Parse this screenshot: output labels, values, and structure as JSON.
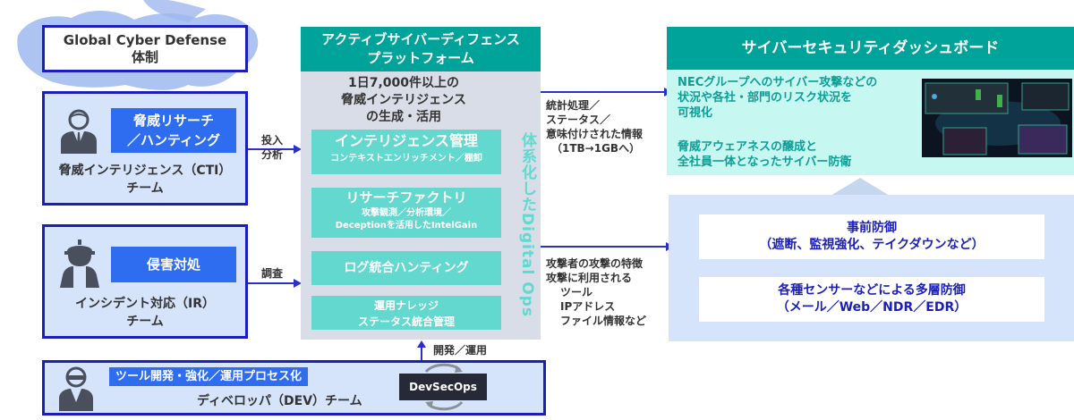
{
  "header": {
    "title_line1": "Global Cyber Defense",
    "title_line2": "体制"
  },
  "teams": {
    "cti": {
      "role_line1": "脅威リサーチ",
      "role_line2": "／ハンティング",
      "name_line1": "脅威インテリジェンス（CTI）",
      "name_line2": "チーム",
      "arrow_line1": "投入",
      "arrow_line2": "分析"
    },
    "ir": {
      "role": "侵害対処",
      "name_line1": "インシデント対応（IR）",
      "name_line2": "チーム",
      "arrow": "調査"
    },
    "dev": {
      "role": "ツール開発・強化／運用プロセス化",
      "name": "ディベロッパ（DEV）チーム",
      "devsecops": "DevSecOps",
      "arrow": "開発／運用"
    }
  },
  "platform": {
    "title_line1": "アクティブサイバーディフェンス",
    "title_line2": "プラットフォーム",
    "lead_line1": "1日7,000件以上の",
    "lead_line2": "脅威インテリジェンス",
    "lead_line3": "の生成・活用",
    "vertical_label": "体系化したDigital Ops",
    "cards": [
      {
        "title": "インテリジェンス管理",
        "sub1": "コンテキストエンリッチメント／棚卸",
        "sub2": ""
      },
      {
        "title": "リサーチファクトリ",
        "sub1": "攻撃観測／分析環境／",
        "sub2": "Deceptionを活用したIntelGain"
      },
      {
        "title": "ログ統合ハンティング",
        "sub1": "",
        "sub2": ""
      },
      {
        "title": "運用ナレッジ",
        "sub1": "ステータス統合管理",
        "sub2": ""
      }
    ]
  },
  "flows": {
    "upper": [
      "統計処理／",
      "ステータス／",
      "意味付けされた情報",
      "（1TB→1GBへ）"
    ],
    "lower": [
      "攻撃者の攻撃の特徴",
      "攻撃に利用される",
      "ツール",
      "IPアドレス",
      "ファイル情報など"
    ]
  },
  "dashboard": {
    "title": "サイバーセキュリティダッシュボード",
    "text1": [
      "NECグループへのサイバー攻撃などの",
      "状況や各社・部門のリスク状況を",
      "可視化"
    ],
    "text2": [
      "脅威アウェアネスの醸成と",
      "全社員一体となったサイバー防衛"
    ],
    "image_alt": "dashboard-screenshot"
  },
  "defense": {
    "card1": [
      "事前防御",
      "（遮断、監視強化、テイクダウンなど）"
    ],
    "card2": [
      "各種センサーなどによる多層防御",
      "（メール／Web／NDR／EDR）"
    ]
  },
  "colors": {
    "navy": "#1a1fb8",
    "blue_label": "#2f6df0",
    "teal": "#00a39a",
    "teal_card": "#63d8cf",
    "mint": "#c6f7f0",
    "light_blue": "#d6e4fb"
  }
}
